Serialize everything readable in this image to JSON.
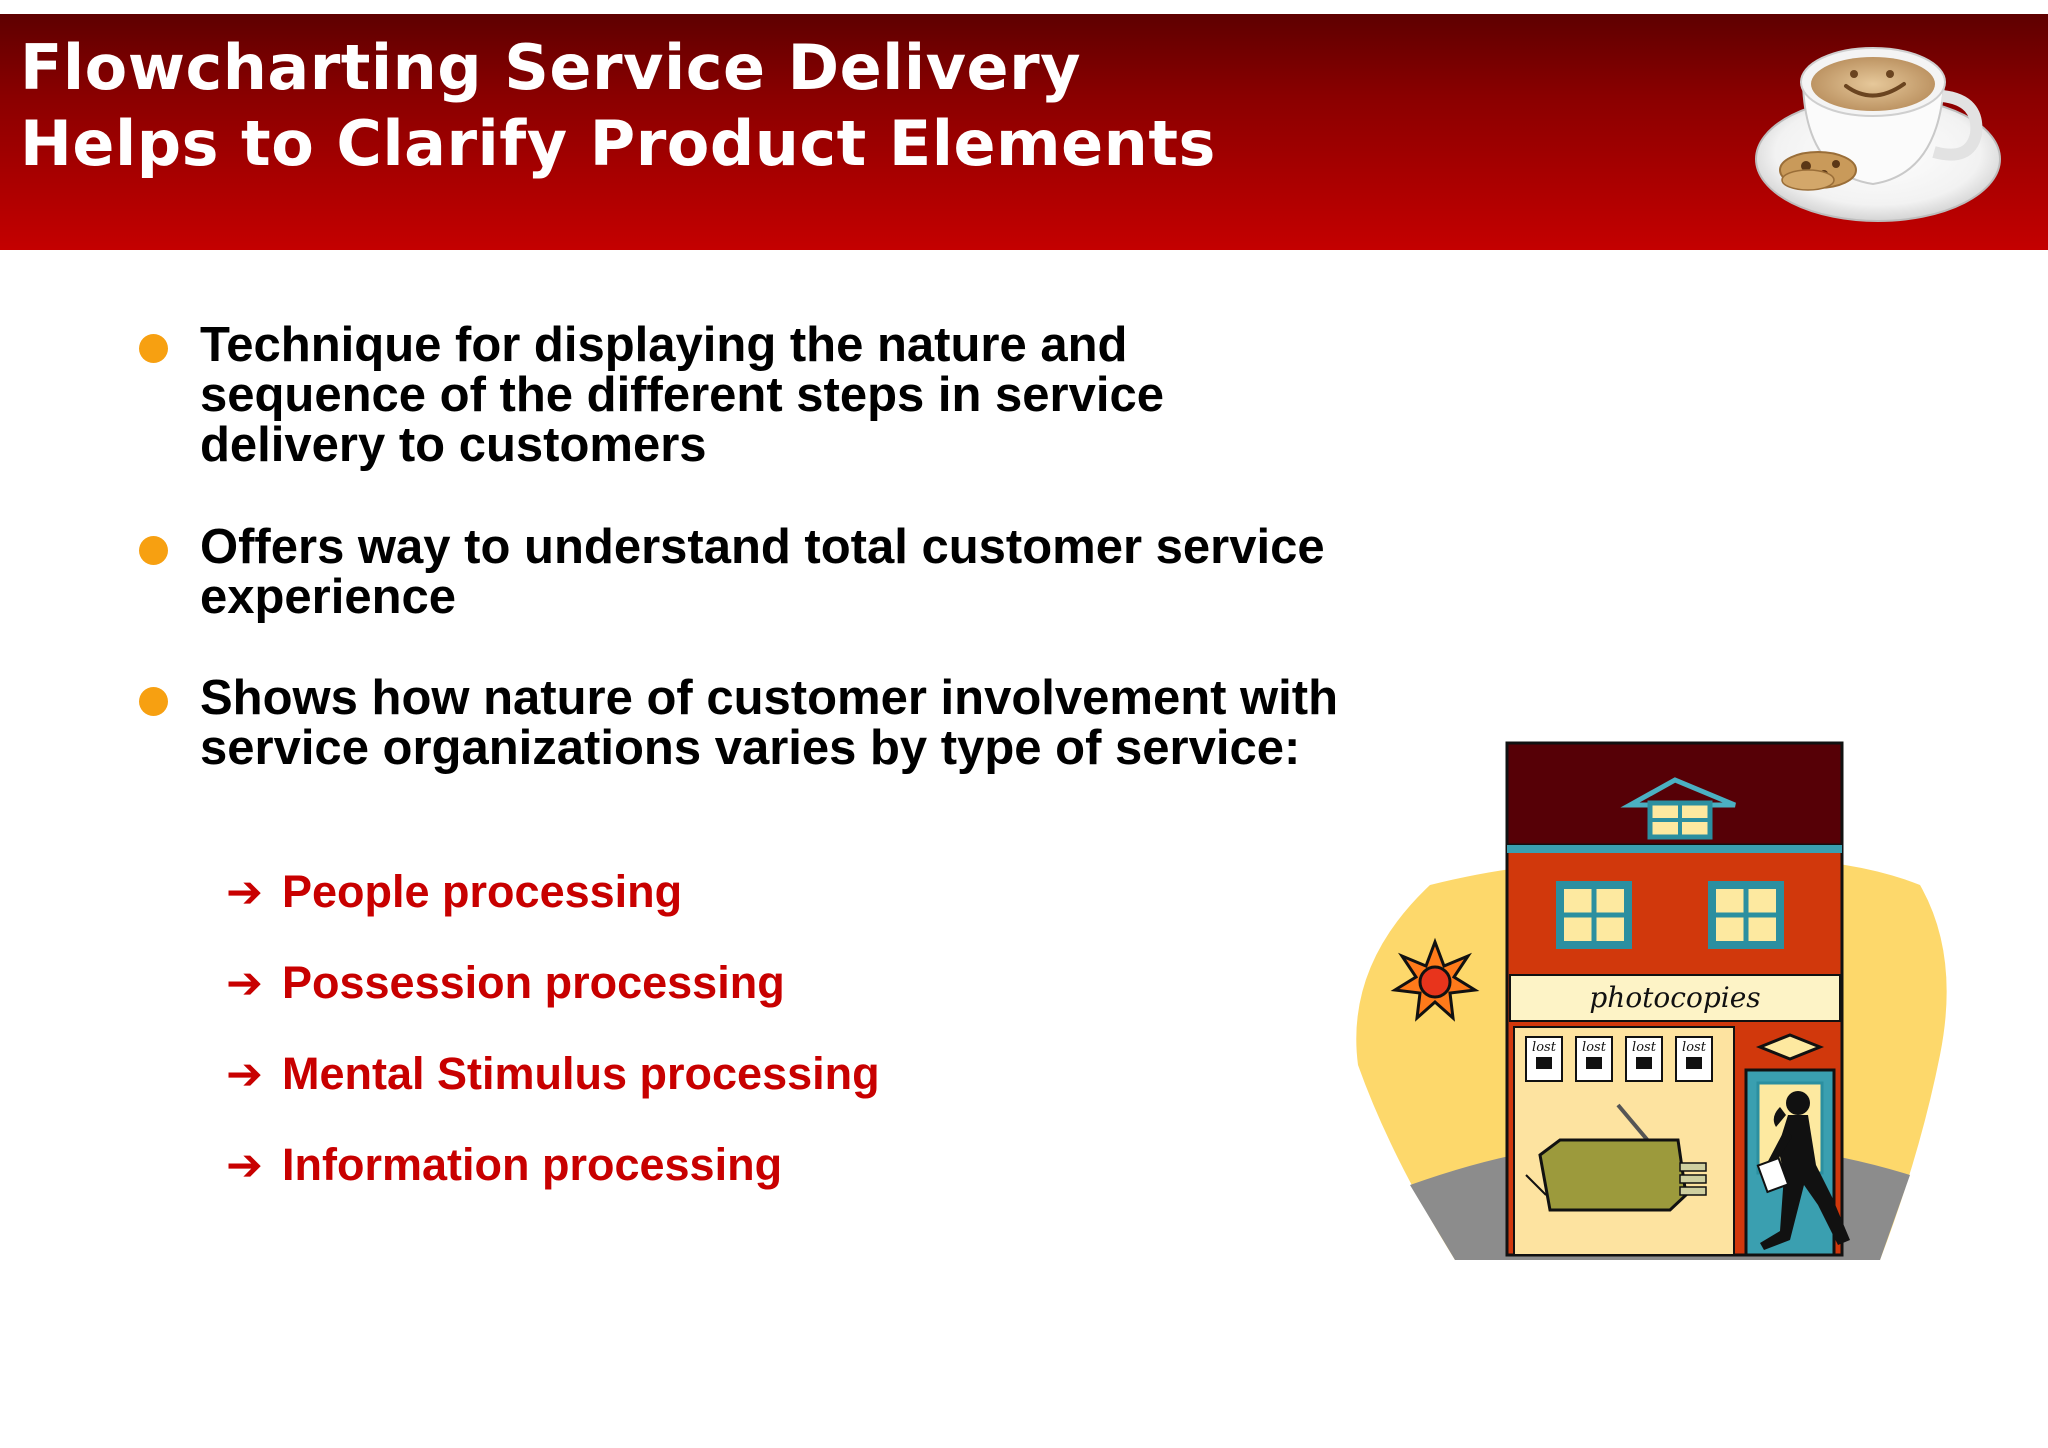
{
  "header": {
    "title_line1": "Flowcharting Service Delivery",
    "title_line2": "Helps to Clarify Product Elements"
  },
  "bullets": [
    {
      "text": "Technique for displaying the nature and sequence of the different steps in service delivery to customers"
    },
    {
      "text": "Offers way to understand total customer service experience"
    },
    {
      "text": "Shows how nature of customer involvement with service organizations varies by type of service:"
    }
  ],
  "sub_items": [
    {
      "label": "People processing"
    },
    {
      "label": "Possession processing"
    },
    {
      "label": "Mental Stimulus processing"
    },
    {
      "label": "Information processing"
    }
  ],
  "illustration": {
    "sign_text": "photocopies",
    "poster_text": "lost"
  },
  "colors": {
    "header_dark": "#5e0000",
    "header_light": "#c40000",
    "bullet_dot": "#f7a011",
    "sub_item_text": "#c80000"
  },
  "icons": {
    "sub_item_marker": "right-arrow-icon",
    "bullet_marker": "orange-dot-icon"
  }
}
